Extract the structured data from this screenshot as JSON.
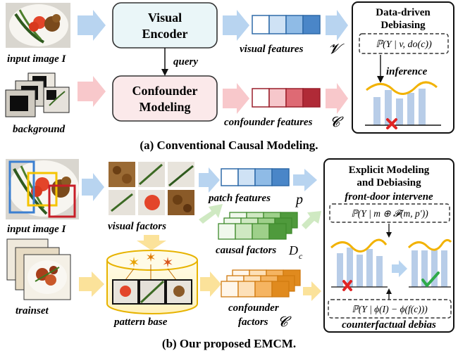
{
  "part_a": {
    "input_label": "input image I",
    "background_label": "background",
    "visual_encoder": [
      "Visual",
      "Encoder"
    ],
    "confounder_modeling": [
      "Confounder",
      "Modeling"
    ],
    "query_label": "query",
    "visual_features_label": "visual features",
    "visual_features_symbol": "𝓥",
    "confounder_features_label": "confounder features",
    "confounder_features_symbol": "𝓒",
    "panel_title": [
      "Data-driven",
      "Debiasing"
    ],
    "formula": "ℙ(Y | v, do(c))",
    "inference_label": "inference",
    "caption": "(a) Conventional Causal Modeling."
  },
  "part_b": {
    "input_label": "input image I",
    "trainset_label": "trainset",
    "visual_factors_label": "visual factors",
    "pattern_base_label": "pattern base",
    "patch_features_label": "patch features",
    "patch_features_symbol": "p",
    "causal_factors_label": "causal factors",
    "causal_factors_symbol": "D",
    "causal_factors_subscript": "c",
    "confounder_factors_label": [
      "confounder",
      "factors"
    ],
    "confounder_factors_symbol": "𝓒",
    "panel_title": [
      "Explicit Modeling",
      "and Debiasing"
    ],
    "front_door_label": "front-door intervene",
    "formula_top": "ℙ(Y | m ⊕ 𝓕(m, p′))",
    "formula_bottom": "ℙ(Y | ϕ(I) − ϕ(f(c)))",
    "counterfactual_label": "counterfactual debias",
    "caption": "(b) Our proposed EMCM."
  },
  "colors": {
    "blue_feature": "#4a86c8",
    "red_feature": "#b02a37",
    "green_feature": "#4f9a3c",
    "orange_feature": "#e08a1e",
    "encoder_fill": "#eaf6f8",
    "confounder_fill": "#fbe9ea",
    "bar_fill": "#b8cde8",
    "curve": "#f2b200",
    "cross": "#e02424",
    "check": "#2faa4a"
  }
}
